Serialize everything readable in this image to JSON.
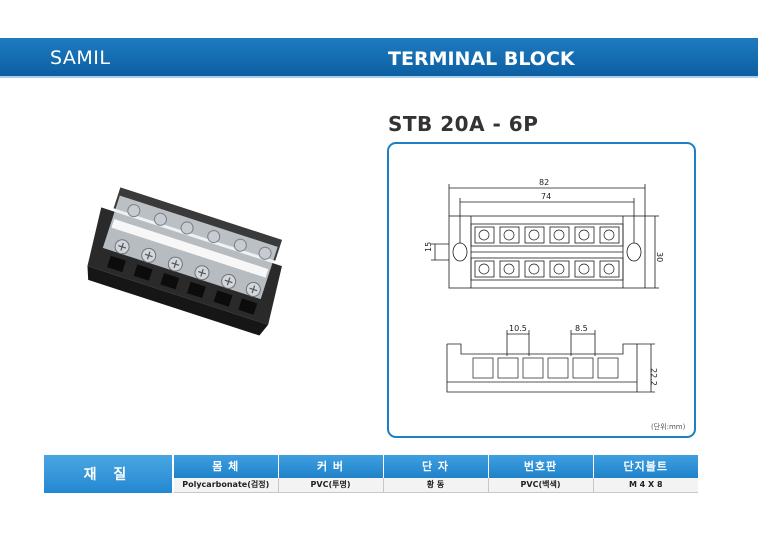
{
  "header": {
    "brand": "SAMIL",
    "title": "TERMINAL BLOCK"
  },
  "model": "STB 20A - 6P",
  "drawing": {
    "overall_length": "82",
    "mount_pitch": "74",
    "height_left": "15",
    "width_right": "30",
    "pitch_a": "10.5",
    "pitch_b": "8.5",
    "side_height": "22.2",
    "unit_note": "(단위:mm)"
  },
  "spec": {
    "label": "재 질",
    "headers": [
      "몸 체",
      "커 버",
      "단 자",
      "번호판",
      "단지볼트"
    ],
    "values": [
      "Polycarbonate(검정)",
      "PVC(투명)",
      "황 동",
      "PVC(백색)",
      "M 4 X 8"
    ]
  },
  "colors": {
    "accent": "#0d5fa3",
    "table_head": "#2388d1",
    "frame": "#1d7fc4"
  }
}
